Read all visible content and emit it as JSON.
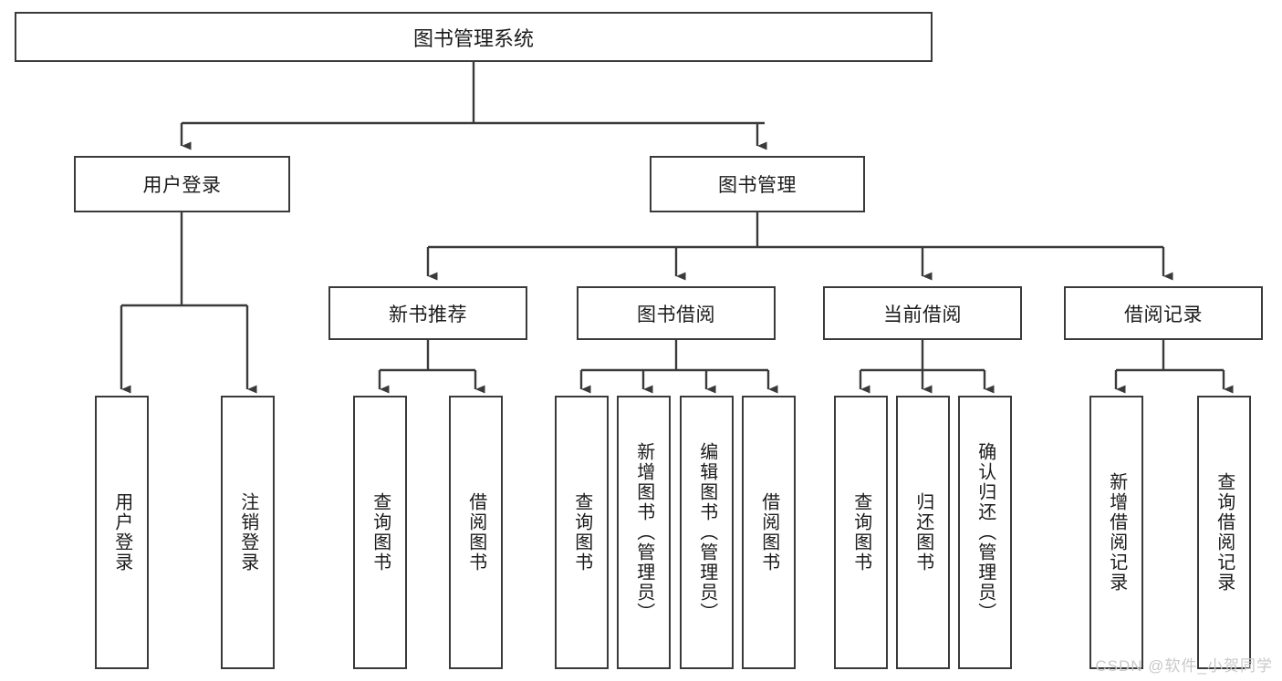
{
  "diagram": {
    "title": "图书管理系统",
    "watermark": "CSDN @软件_小贺同学",
    "level2": {
      "user_login": "用户登录",
      "book_manage": "图书管理"
    },
    "level3": {
      "new_book_recommend": "新书推荐",
      "book_borrow": "图书借阅",
      "current_borrow": "当前借阅",
      "borrow_record": "借阅记录"
    },
    "leaves": {
      "user_login_1": "用户登录",
      "user_login_2": "注销登录",
      "recommend_1": "查询图书",
      "recommend_2": "借阅图书",
      "borrow_1": "查询图书",
      "borrow_2": "新增图书（管理员）",
      "borrow_3": "编辑图书（管理员）",
      "borrow_4": "借阅图书",
      "current_1": "查询图书",
      "current_2": "归还图书",
      "current_3": "确认归还（管理员）",
      "record_1": "新增借阅记录",
      "record_2": "查询借阅记录"
    }
  }
}
